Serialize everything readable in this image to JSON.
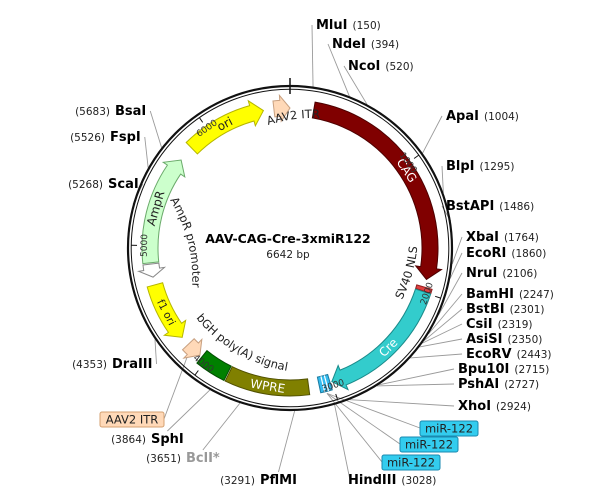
{
  "plasmid": {
    "name": "AAV-CAG-Cre-3xmiR122",
    "size_label": "6642 bp",
    "length": 6642
  },
  "ticks": [
    {
      "pos": 1000,
      "label": "1000"
    },
    {
      "pos": 2000,
      "label": "2000"
    },
    {
      "pos": 3000,
      "label": "3000"
    },
    {
      "pos": 4000,
      "label": "4000"
    },
    {
      "pos": 5000,
      "label": "5000"
    },
    {
      "pos": 6000,
      "label": "6000"
    }
  ],
  "features": [
    {
      "id": "ori",
      "label": "ori",
      "start": 5820,
      "end": 6440,
      "dir": 1,
      "color": "#ffff00",
      "stroke": "#b5b500",
      "label_on_arc": true,
      "label_color": "#222222"
    },
    {
      "id": "aav2-itr-left",
      "label": "AAV2 ITR",
      "start": 6520,
      "end": 6642,
      "dir": 1,
      "color": "#ffd9b8",
      "stroke": "#c8a080",
      "label_on_arc": false,
      "label_color": "#222222"
    },
    {
      "id": "cag",
      "label": "CAG",
      "start": 180,
      "end": 1900,
      "dir": 1,
      "color": "#800000",
      "stroke": "#4d0000",
      "label_on_arc": true,
      "label_color": "#ffffff"
    },
    {
      "id": "sv40-nls",
      "label": "SV40 NLS",
      "start": 1960,
      "end": 1990,
      "dir": 0,
      "color": "#e04040",
      "stroke": "#902020",
      "label_on_arc": false,
      "label_color": "#222222"
    },
    {
      "id": "cre",
      "label": "Cre",
      "start": 1995,
      "end": 3000,
      "dir": 1,
      "color": "#33cccc",
      "stroke": "#1a8a8a",
      "label_on_arc": true,
      "label_color": "#ffffff"
    },
    {
      "id": "mir-block",
      "label": "miR-122",
      "start": 3015,
      "end": 3100,
      "dir": 0,
      "color": "#33bbee",
      "stroke": "#1a7aa0",
      "label_on_arc": false,
      "label_color": "#222222"
    },
    {
      "id": "wpre",
      "label": "WPRE",
      "start": 3180,
      "end": 3800,
      "dir": 0,
      "color": "#808000",
      "stroke": "#505000",
      "label_on_arc": true,
      "label_color": "#ffffff"
    },
    {
      "id": "bgh-polya",
      "label": "bGH poly(A) signal",
      "start": 3810,
      "end": 4040,
      "dir": 0,
      "color": "#008000",
      "stroke": "#004d00",
      "label_on_arc": false,
      "label_color": "#222222"
    },
    {
      "id": "aav2-itr-right",
      "label": "AAV2 ITR",
      "start": 4060,
      "end": 4180,
      "dir": -1,
      "color": "#ffd9b8",
      "stroke": "#c8a080",
      "label_on_arc": false,
      "label_color": "#222222"
    },
    {
      "id": "f1-ori",
      "label": "f1 ori",
      "start": 4250,
      "end": 4700,
      "dir": -1,
      "color": "#ffff00",
      "stroke": "#b5b500",
      "label_on_arc": true,
      "label_color": "#222222"
    },
    {
      "id": "ampr-promoter",
      "label": "AmpR promoter",
      "start": 4760,
      "end": 4860,
      "dir": -1,
      "color": "#ffffff",
      "stroke": "#888888",
      "label_on_arc": false,
      "label_color": "#222222"
    },
    {
      "id": "ampr",
      "label": "AmpR",
      "start": 4870,
      "end": 5700,
      "dir": 1,
      "color": "#ccffcc",
      "stroke": "#6aaa6a",
      "label_on_arc": true,
      "label_color": "#222222"
    }
  ],
  "arc_text_labels": [
    {
      "text": "AAV2 ITR"
    },
    {
      "text": "SV40 NLS"
    },
    {
      "text": "AmpR promoter"
    },
    {
      "text": "bGH poly(A)  signal"
    }
  ],
  "sites": [
    {
      "name": "MluI",
      "pos": 150,
      "pos_label": "(150)",
      "side": "right",
      "dim": false
    },
    {
      "name": "NdeI",
      "pos": 394,
      "pos_label": "(394)",
      "side": "right",
      "dim": false
    },
    {
      "name": "NcoI",
      "pos": 520,
      "pos_label": "(520)",
      "side": "right",
      "dim": false
    },
    {
      "name": "ApaI",
      "pos": 1004,
      "pos_label": "(1004)",
      "side": "right",
      "dim": false
    },
    {
      "name": "BlpI",
      "pos": 1295,
      "pos_label": "(1295)",
      "side": "right",
      "dim": false
    },
    {
      "name": "BstAPI",
      "pos": 1486,
      "pos_label": "(1486)",
      "side": "right",
      "dim": false
    },
    {
      "name": "XbaI",
      "pos": 1764,
      "pos_label": "(1764)",
      "side": "right",
      "dim": false
    },
    {
      "name": "EcoRI",
      "pos": 1860,
      "pos_label": "(1860)",
      "side": "right",
      "dim": false
    },
    {
      "name": "NruI",
      "pos": 2106,
      "pos_label": "(2106)",
      "side": "right",
      "dim": false
    },
    {
      "name": "BamHI",
      "pos": 2247,
      "pos_label": "(2247)",
      "side": "right",
      "dim": false
    },
    {
      "name": "BstBI",
      "pos": 2301,
      "pos_label": "(2301)",
      "side": "right",
      "dim": false
    },
    {
      "name": "CsiI",
      "pos": 2319,
      "pos_label": "(2319)",
      "side": "right",
      "dim": false
    },
    {
      "name": "AsiSI",
      "pos": 2350,
      "pos_label": "(2350)",
      "side": "right",
      "dim": false
    },
    {
      "name": "EcoRV",
      "pos": 2443,
      "pos_label": "(2443)",
      "side": "right",
      "dim": false
    },
    {
      "name": "Bpu10I",
      "pos": 2715,
      "pos_label": "(2715)",
      "side": "right",
      "dim": false
    },
    {
      "name": "PshAI",
      "pos": 2727,
      "pos_label": "(2727)",
      "side": "right",
      "dim": false
    },
    {
      "name": "XhoI",
      "pos": 2924,
      "pos_label": "(2924)",
      "side": "right",
      "dim": false
    },
    {
      "name": "HindIII",
      "pos": 3028,
      "pos_label": "(3028)",
      "side": "right",
      "dim": false
    },
    {
      "name": "PflMI",
      "pos": 3291,
      "pos_label": "(3291)",
      "side": "left",
      "dim": false
    },
    {
      "name": "BclI*",
      "pos": 3651,
      "pos_label": "(3651)",
      "side": "left",
      "dim": true
    },
    {
      "name": "SphI",
      "pos": 3864,
      "pos_label": "(3864)",
      "side": "left",
      "dim": false
    },
    {
      "name": "DraIII",
      "pos": 4353,
      "pos_label": "(4353)",
      "side": "left",
      "dim": false
    },
    {
      "name": "ScaI",
      "pos": 5268,
      "pos_label": "(5268)",
      "side": "left",
      "dim": false
    },
    {
      "name": "FspI",
      "pos": 5526,
      "pos_label": "(5526)",
      "side": "left",
      "dim": false
    },
    {
      "name": "BsaI",
      "pos": 5683,
      "pos_label": "(5683)",
      "side": "left",
      "dim": false
    }
  ],
  "boxed_labels": [
    {
      "text": "AAV2 ITR",
      "color": "#ffd9b8",
      "stroke": "#d4a070",
      "feature": "aav2-itr-right"
    },
    {
      "text": "miR-122",
      "color": "#33ccee",
      "stroke": "#1a8ab0",
      "feature": "mir-block"
    },
    {
      "text": "miR-122",
      "color": "#33ccee",
      "stroke": "#1a8ab0",
      "feature": "mir-block"
    },
    {
      "text": "miR-122",
      "color": "#33ccee",
      "stroke": "#1a8ab0",
      "feature": "mir-block"
    }
  ]
}
